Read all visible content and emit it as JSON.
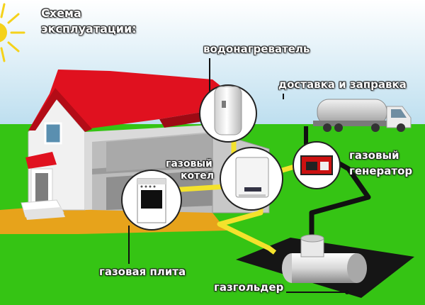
{
  "title": {
    "line1": "Схема",
    "line2": "эксплуатации:"
  },
  "labels": {
    "water_heater": "водонагреватель",
    "delivery": "доставка и заправка",
    "boiler_line1": "газовый",
    "boiler_line2": "котел",
    "generator_line1": "газовый",
    "generator_line2": "генератор",
    "stove": "газовая плита",
    "gasholder": "газгольдер"
  },
  "colors": {
    "sky": "#bfe1f2",
    "grass": "#35c414",
    "roof": "#e0111f",
    "pipe": "#f4e22c",
    "underground_pipe": "#111111",
    "soil": "#e7a31b"
  }
}
